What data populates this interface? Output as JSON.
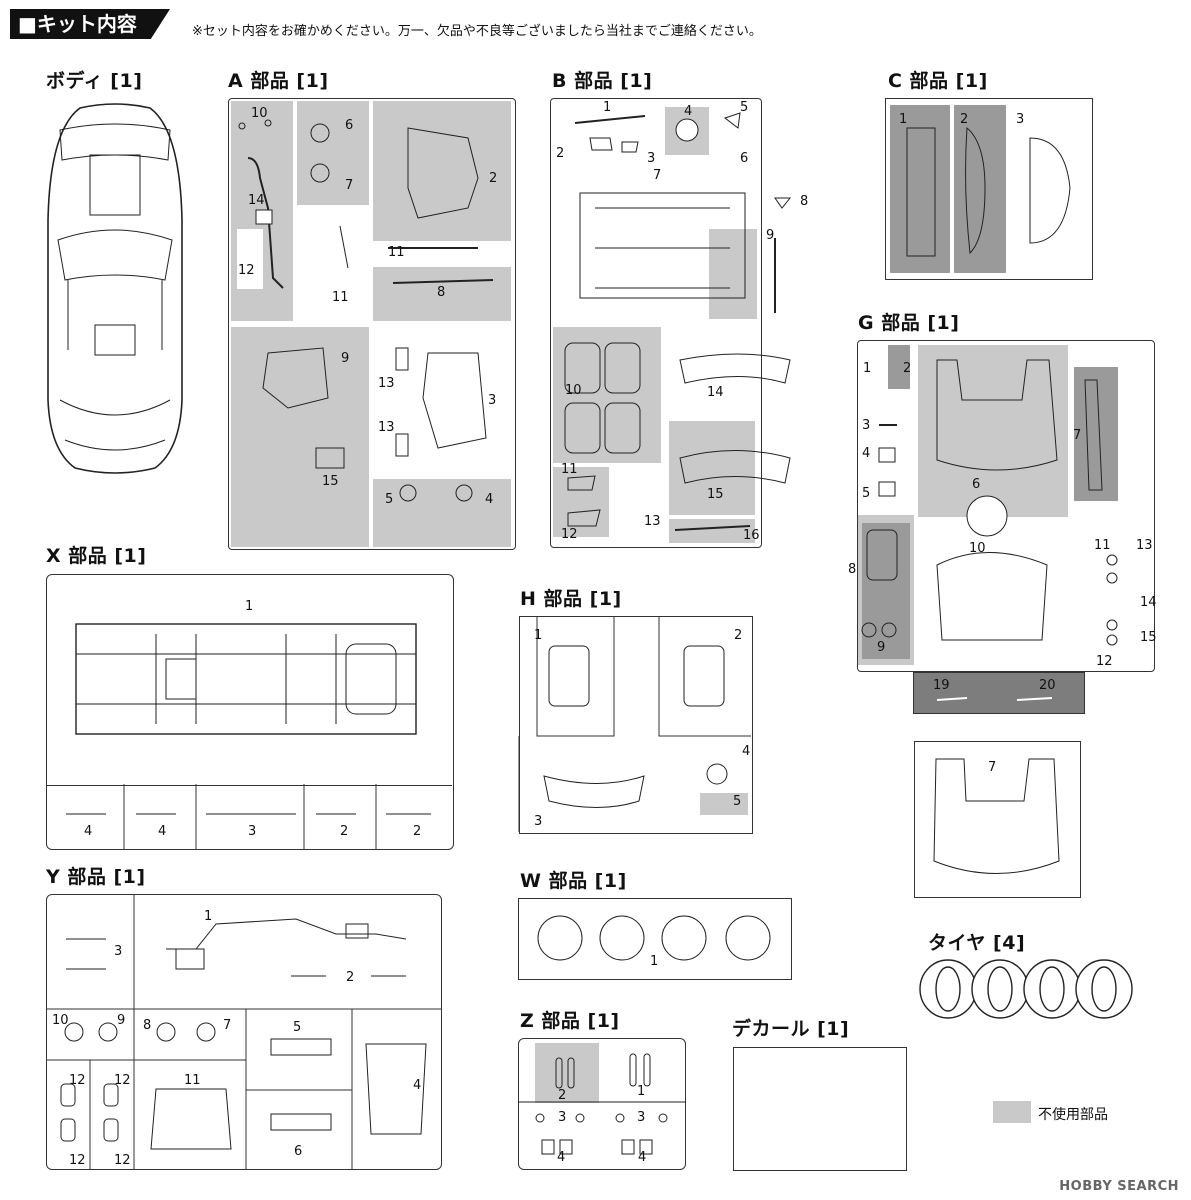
{
  "header": {
    "title": "■キット内容",
    "note": "※セット内容をお確かめください。万一、欠品や不良等ございましたら当社までご連絡ください。"
  },
  "sections": {
    "body": "ボディ [1]",
    "a": "A 部品 [1]",
    "b": "B 部品 [1]",
    "c": "C 部品 [1]",
    "g": "G 部品 [1]",
    "x": "X 部品 [1]",
    "h": "H 部品 [1]",
    "y": "Y 部品 [1]",
    "w": "W 部品 [1]",
    "z": "Z 部品 [1]",
    "decal": "デカール [1]",
    "tire": "タイヤ [4]"
  },
  "legend": {
    "unused": "不使用部品",
    "unused_color": "#c9c9c9"
  },
  "watermark": "HOBBY SEARCH",
  "part_numbers": {
    "a": [
      "10",
      "6",
      "7",
      "14",
      "12",
      "2",
      "11",
      "11",
      "8",
      "9",
      "13",
      "13",
      "3",
      "15",
      "5",
      "4"
    ],
    "b": [
      "1",
      "2",
      "3",
      "4",
      "5",
      "6",
      "7",
      "8",
      "9",
      "10",
      "11",
      "12",
      "13",
      "14",
      "15",
      "16"
    ],
    "c": [
      "1",
      "2",
      "3"
    ],
    "g": [
      "1",
      "2",
      "3",
      "4",
      "5",
      "6",
      "7",
      "8",
      "9",
      "10",
      "11",
      "12",
      "13",
      "14",
      "15",
      "19",
      "20",
      "7"
    ],
    "x": [
      "1",
      "4",
      "4",
      "3",
      "2",
      "2"
    ],
    "h": [
      "1",
      "2",
      "3",
      "4",
      "5"
    ],
    "y": [
      "1",
      "2",
      "3",
      "10",
      "9",
      "8",
      "7",
      "5",
      "4",
      "12",
      "12",
      "11",
      "12",
      "12",
      "6"
    ],
    "w": [
      "1"
    ],
    "z": [
      "2",
      "1",
      "3",
      "3",
      "4",
      "4"
    ]
  }
}
